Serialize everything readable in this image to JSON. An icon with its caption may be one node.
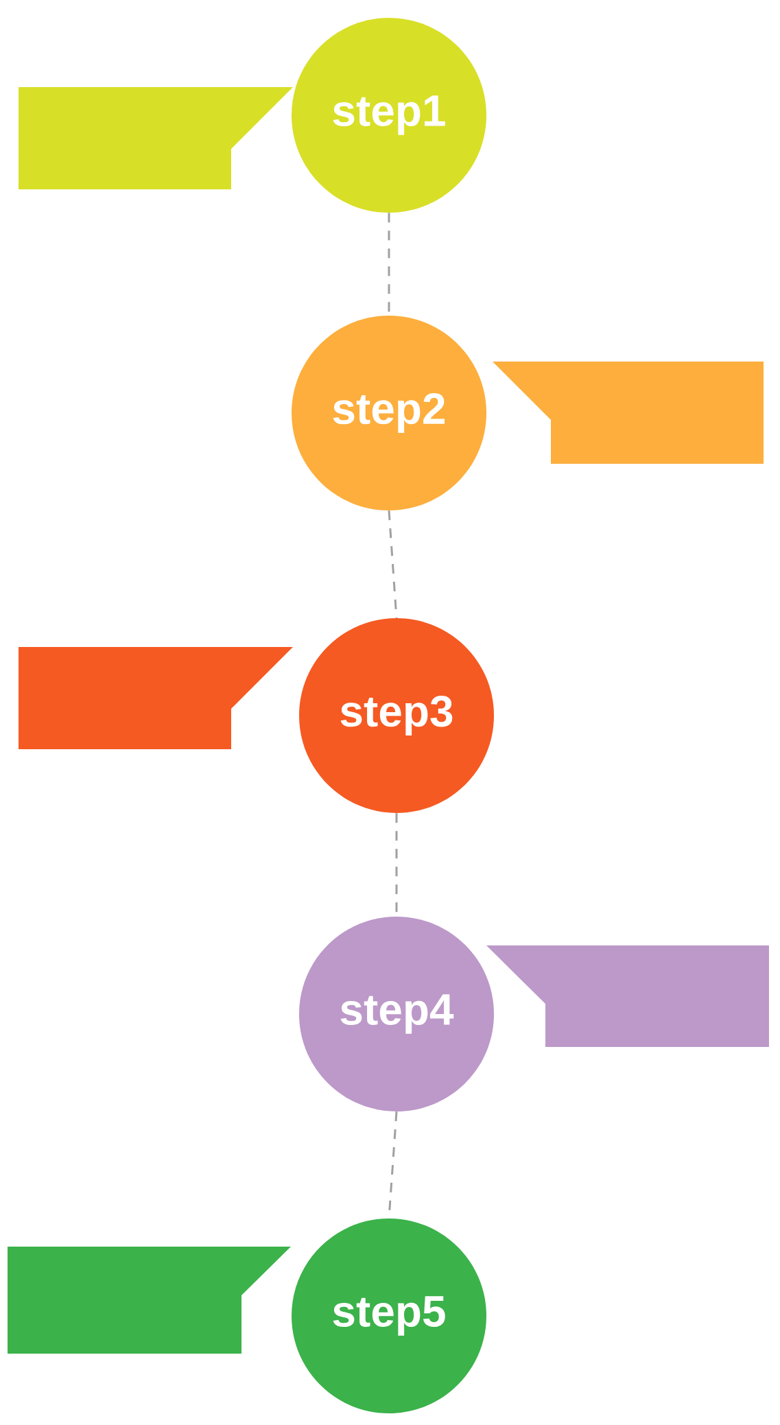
{
  "diagram": {
    "nodes": [
      {
        "text": [],
        "shape": "box"
      },
      {
        "text": [
          "step1"
        ]
      },
      {
        "text": [
          "step2"
        ]
      },
      {
        "text": [],
        "shape": "box"
      },
      {
        "text": [],
        "shape": "box"
      },
      {
        "text": [
          "step3"
        ]
      },
      {
        "text": [
          "step4"
        ]
      },
      {
        "text": [],
        "shape": "box"
      },
      {
        "text": [],
        "shape": "box"
      },
      {
        "text": [
          "step5"
        ]
      }
    ],
    "edges": [
      {
        "from": 1,
        "to": 2,
        "arrow": "none",
        "style": "dashed"
      },
      {
        "from": 2,
        "to": 5,
        "arrow": "none",
        "style": "dashed"
      },
      {
        "from": 5,
        "to": 6,
        "arrow": "none",
        "style": "dashed"
      },
      {
        "from": 6,
        "to": 9,
        "arrow": "none",
        "style": "dashed"
      }
    ]
  }
}
